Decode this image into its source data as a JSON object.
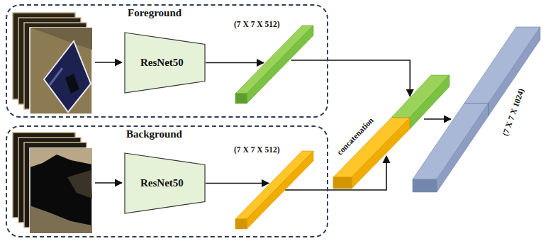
{
  "diagram": {
    "nodes": [
      {
        "text": [
          "Foreground"
        ]
      },
      {
        "text": [
          "ResNet50"
        ],
        "in": 0
      },
      {
        "text": [
          "(7 X 7 X 512)"
        ],
        "in": 0
      },
      {
        "text": [
          "Background"
        ]
      },
      {
        "text": [
          "ResNet50"
        ],
        "in": 3
      },
      {
        "text": [
          "(7 X 7 X 512)"
        ],
        "in": 3
      },
      {
        "text": [
          "concatenation"
        ]
      },
      {
        "text": [
          "(7 X 7 X 1024)"
        ]
      }
    ],
    "edges": [
      {
        "from": 1,
        "to": 2,
        "arrow": "to"
      },
      {
        "from": 2,
        "to": 6,
        "arrow": "to"
      },
      {
        "from": 4,
        "to": 5,
        "arrow": "to"
      },
      {
        "from": 5,
        "to": 6,
        "arrow": "to"
      },
      {
        "from": 6,
        "to": 7,
        "arrow": "to"
      }
    ]
  }
}
